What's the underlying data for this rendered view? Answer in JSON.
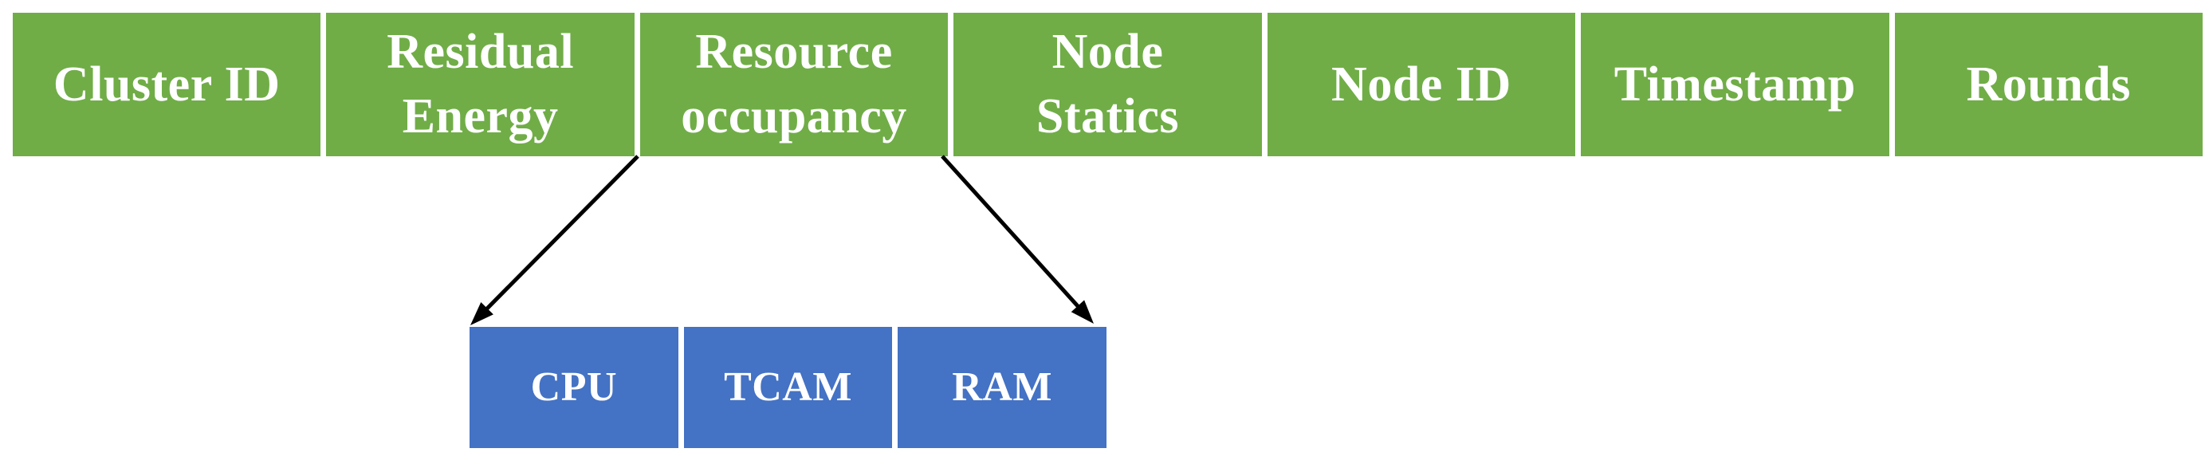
{
  "colors": {
    "field_fill": "#70AD47",
    "subfield_fill": "#4472C4",
    "label_text": "#FFFFFF",
    "arrow": "#000000",
    "background": "#FFFFFF"
  },
  "fields_row": {
    "cells": [
      {
        "label": "Cluster ID"
      },
      {
        "label": "Residual\nEnergy"
      },
      {
        "label": "Resource\noccupancy"
      },
      {
        "label": "Node\nStatics"
      },
      {
        "label": "Node ID"
      },
      {
        "label": "Timestamp"
      },
      {
        "label": "Rounds"
      }
    ]
  },
  "subfields_row": {
    "parent_field": "Resource occupancy",
    "cells": [
      {
        "label": "CPU"
      },
      {
        "label": "TCAM"
      },
      {
        "label": "RAM"
      }
    ]
  },
  "arrows": [
    {
      "from": "Resource occupancy",
      "to": "CPU"
    },
    {
      "from": "Resource occupancy",
      "to": "RAM"
    }
  ]
}
